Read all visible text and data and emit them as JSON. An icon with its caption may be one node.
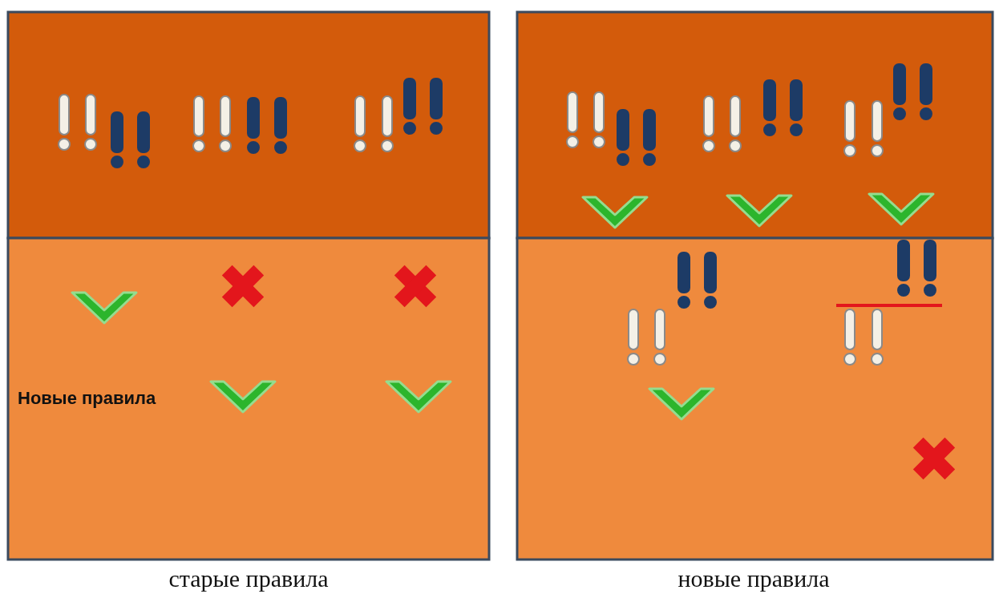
{
  "diagram": {
    "labels": [
      "Новые правила",
      "старые правила",
      "новые правила"
    ]
  }
}
